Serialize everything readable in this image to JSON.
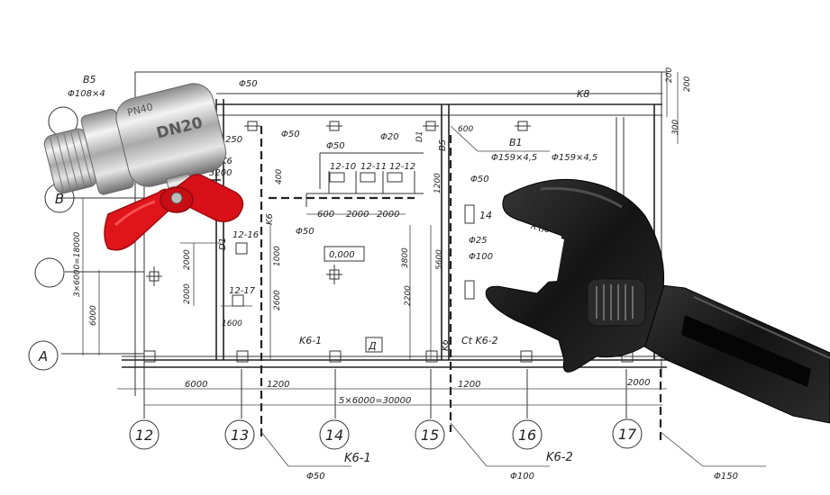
{
  "grid_bubbles": {
    "bottom": [
      "12",
      "13",
      "14",
      "15",
      "16",
      "17"
    ],
    "left": [
      "B",
      "A"
    ]
  },
  "labels": {
    "b5_top": "B5",
    "phi_108": "Φ108×4",
    "phi_50_top": "Φ50",
    "k8": "K8",
    "dim_200a": "200",
    "dim_200b": "200",
    "dim_300": "300",
    "dim_250": "250",
    "k6": "K6",
    "dim_3200": "3200",
    "dim_400": "400",
    "phi_50_a": "Φ50",
    "phi_50_b": "Φ50",
    "phi_20": "Φ20",
    "d1_top": "D1",
    "b5_mid": "B5",
    "dim_600_top": "600",
    "b1": "B1",
    "phi_159_a": "Φ159×4,5",
    "phi_159_b": "Φ159×4,5",
    "room_12_10": "12-10",
    "room_12_11": "12-11",
    "room_12_12": "12-12",
    "dim_1200_v": "1200",
    "phi_50_c": "Φ50",
    "dim_600": "600",
    "dim_2000a": "2000",
    "dim_2000b": "2000",
    "mark_14": "14",
    "k6_v": "K6",
    "d1_left": "D1",
    "room_12_16": "12-16",
    "phi_50_d": "Φ50",
    "level_0a": "0,000",
    "level_0b": "0,000",
    "phi_25": "Φ25",
    "phi_100": "Φ100",
    "dim_3x6000": "3×6000=18000",
    "dim_2000c": "2000",
    "dim_1000": "1000",
    "dim_3800": "3800",
    "dim_5600": "5600",
    "dim_2000d": "2000",
    "room_12_17": "12-17",
    "dim_2600": "2600",
    "dim_2200": "2200",
    "dim_6000_v": "6000",
    "dim_1600": "1600",
    "k6_1": "K6-1",
    "room_d": "Д",
    "k6_mid": "K6",
    "ct_k6_2": "Ct K6-2",
    "dim_6000": "6000",
    "dim_1200a": "1200",
    "dim_5x6000": "5×6000=30000",
    "dim_1200b": "1200",
    "dim_2000e": "2000",
    "k6_1_bottom": "K6-1",
    "k6_2_bottom": "K6-2",
    "phi_50_bottom": "Φ50",
    "phi_100_bottom": "Φ100",
    "phi_150_bottom": "Φ150"
  },
  "valve": {
    "engraving_1": "PN40",
    "engraving_2": "DN20",
    "handle_color": "#e0141b"
  },
  "wrench": {
    "color": "#1b1b1b"
  }
}
